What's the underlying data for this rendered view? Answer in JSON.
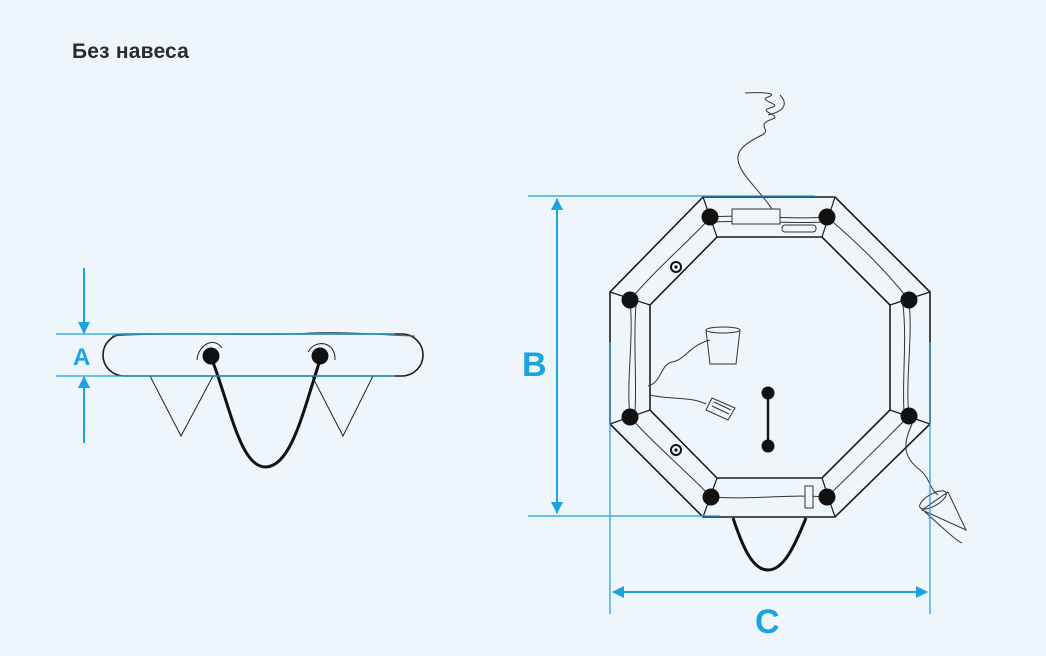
{
  "title": "Без навеса",
  "dimensions": {
    "a": "A",
    "b": "B",
    "c": "C"
  },
  "colors": {
    "background": "#eef6fb",
    "dimension": "#1aa3e0",
    "outline": "#1b1b1b"
  }
}
